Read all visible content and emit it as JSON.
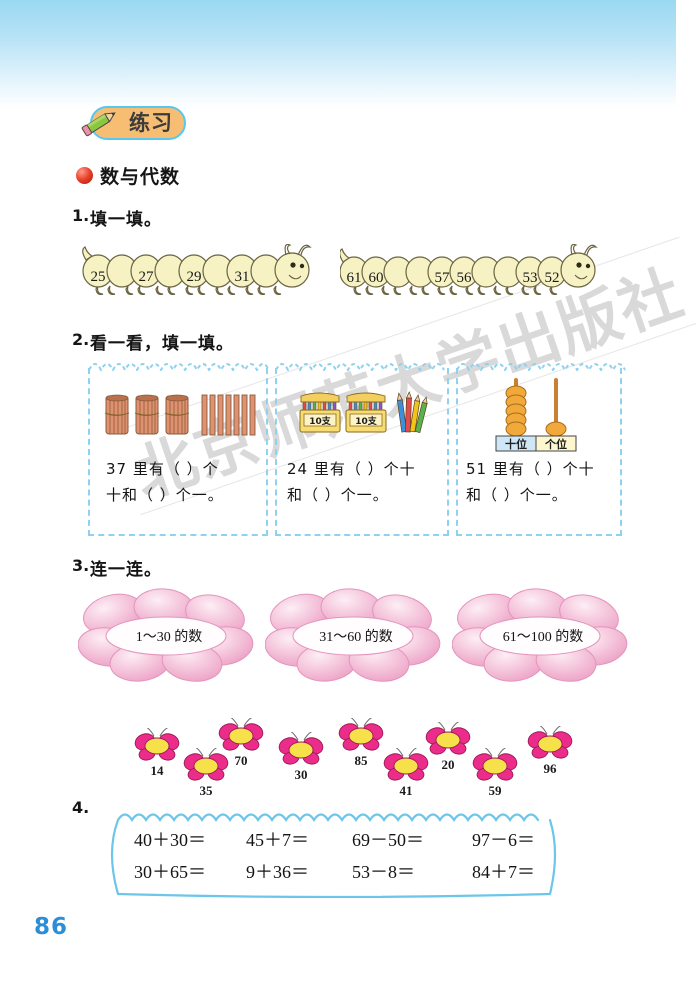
{
  "page": {
    "number": "86",
    "watermark": "北京师范大学出版社",
    "banner_label": "练习",
    "section_heading": "数与代数"
  },
  "questions": [
    {
      "num": "1.",
      "text": "填一填。"
    },
    {
      "num": "2.",
      "text": "看一看，填一填。"
    },
    {
      "num": "3.",
      "text": "连一连。"
    },
    {
      "num": "4.",
      "text": ""
    }
  ],
  "q1": {
    "caterpillar_left": {
      "segments": 8,
      "labels": [
        "25",
        "",
        "27",
        "",
        "29",
        "",
        "31",
        ""
      ]
    },
    "caterpillar_right": {
      "segments": 10,
      "labels": [
        "61",
        "60",
        "",
        "",
        "57",
        "56",
        "",
        "",
        "53",
        "52"
      ]
    }
  },
  "q2": {
    "boxes": [
      {
        "illustration": "bundled-sticks",
        "bundles": 3,
        "singles": 7,
        "line1": "37 里有（ ）个",
        "line2": "十和（ ）个一。"
      },
      {
        "illustration": "pencil-boxes",
        "boxes": 2,
        "box_label": "10支",
        "singles": 4,
        "line1": "24 里有（ ）个十",
        "line2": "和（ ）个一。"
      },
      {
        "illustration": "counting-rods",
        "tens_beads": 5,
        "ones_beads": 1,
        "tens_label": "十位",
        "ones_label": "个位",
        "line1": "51 里有（ ）个十",
        "line2": "和（ ）个一。"
      }
    ]
  },
  "q3": {
    "flowers": [
      "1～30 的数",
      "31～60 的数",
      "61～100 的数"
    ],
    "butterflies": [
      "14",
      "70",
      "35",
      "30",
      "85",
      "20",
      "41",
      "59",
      "96"
    ]
  },
  "q4": {
    "row1": [
      "40＋30＝",
      "45＋7＝",
      "69－50＝",
      "97－6＝"
    ],
    "row2": [
      "30＋65＝",
      "9＋36＝",
      "53－8＝",
      "84＋7＝"
    ]
  },
  "colors": {
    "sky_top": "#9ad8f2",
    "banner_fill": "#f7bd72",
    "banner_border": "#57c7ef",
    "box_border": "#8ed2ef",
    "page_number": "#2a8fd8",
    "caterpillar_body": "#f7f2c4",
    "flower_petal": "#f4b8d2",
    "butterfly_wing": "#ec2c8a"
  }
}
